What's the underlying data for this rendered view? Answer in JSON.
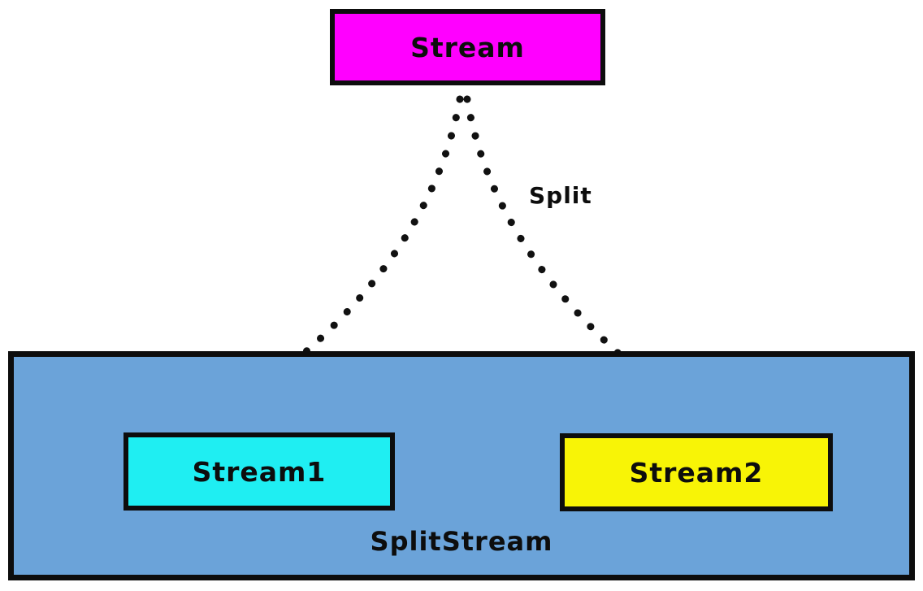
{
  "nodes": {
    "stream": {
      "label": "Stream",
      "fill": "#ff00ff"
    },
    "stream1": {
      "label": "Stream1",
      "fill": "#1feef2"
    },
    "stream2": {
      "label": "Stream2",
      "fill": "#f8f406"
    }
  },
  "container": {
    "label": "SplitStream",
    "fill": "#6ba3d9"
  },
  "edge": {
    "label": "Split"
  },
  "colors": {
    "border": "#0d0d0d",
    "arrow": "#111111",
    "background": "#ffffff"
  }
}
